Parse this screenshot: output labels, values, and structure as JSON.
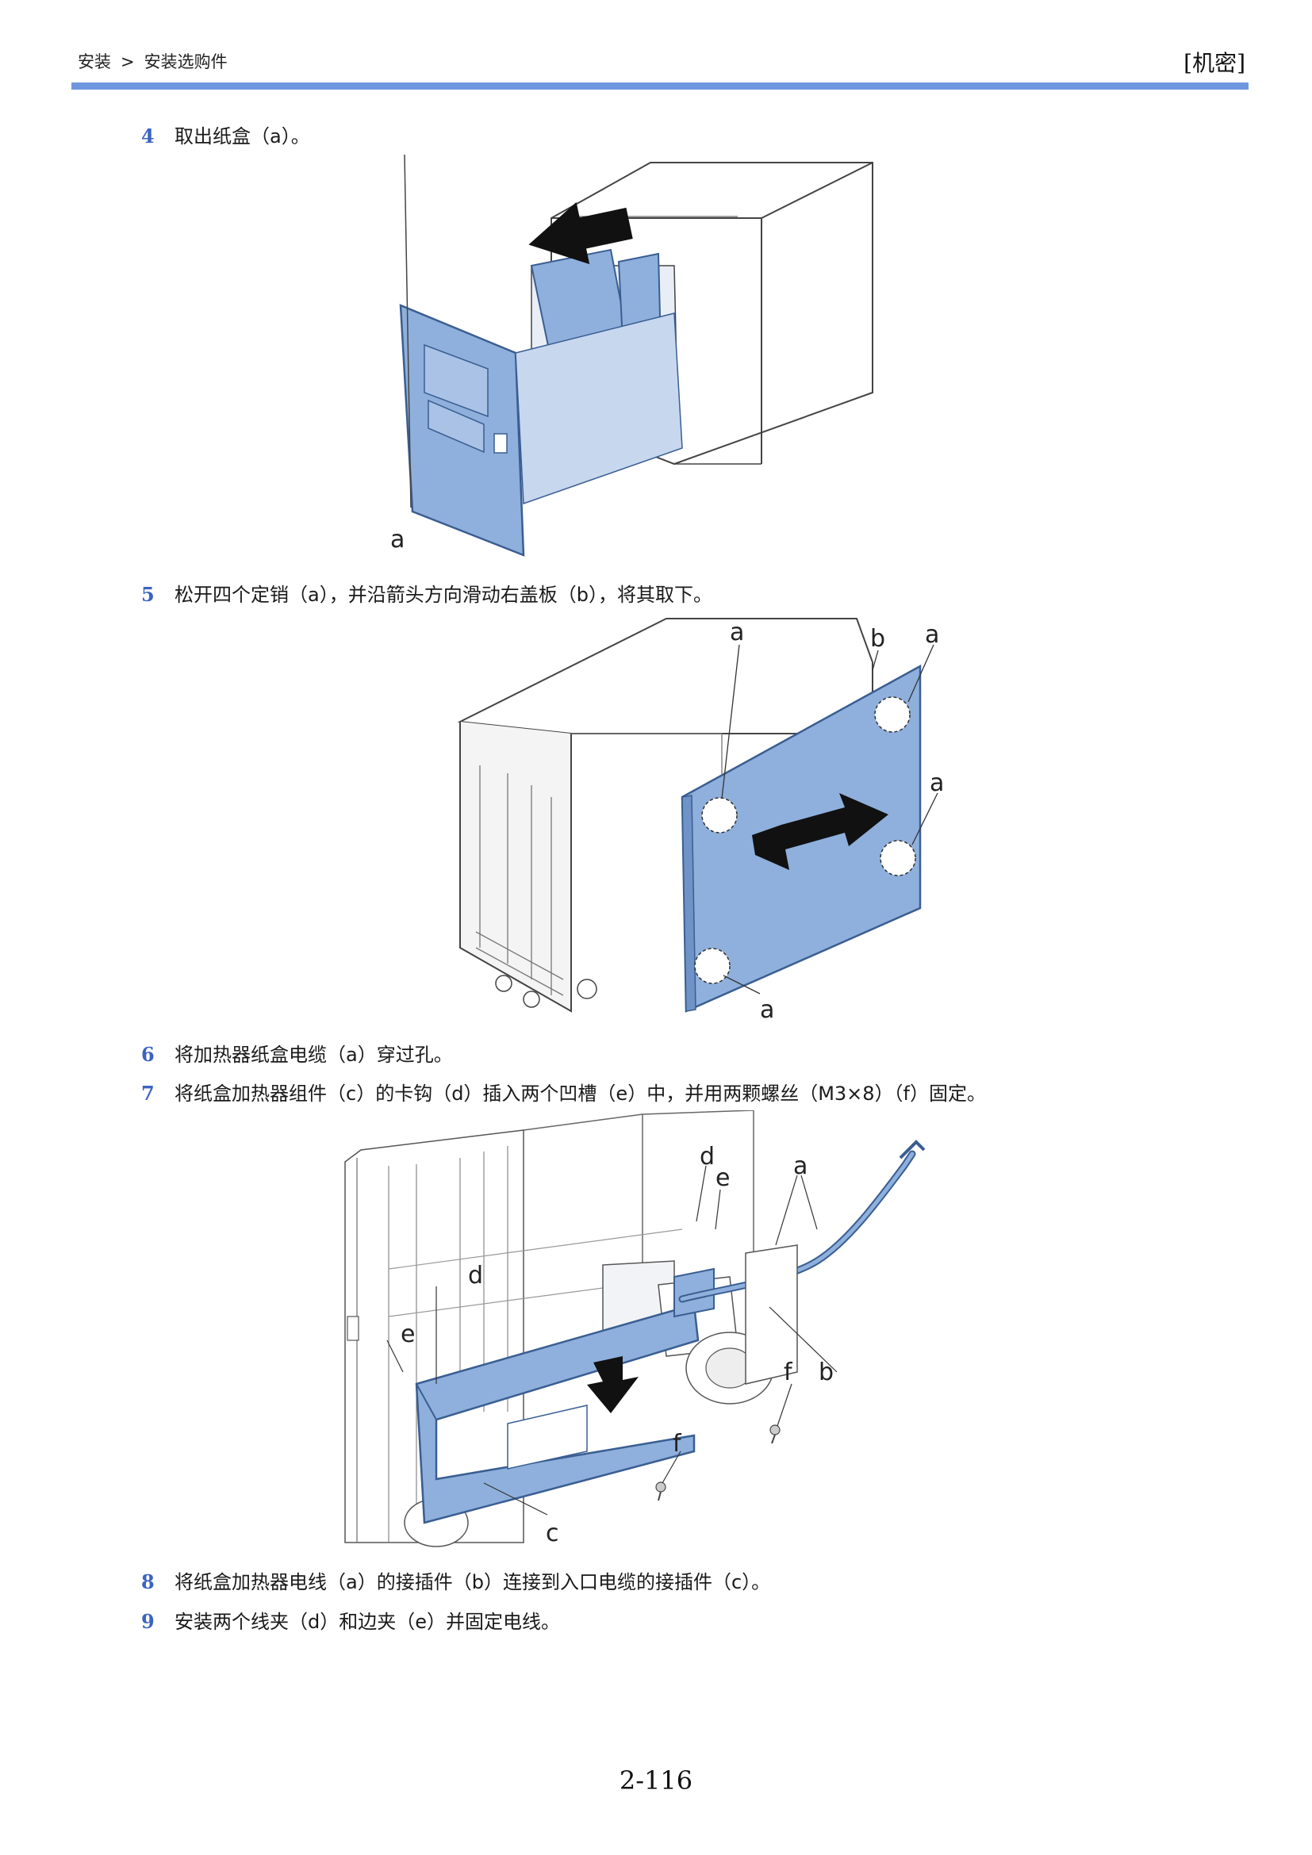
{
  "header": {
    "section": "安装",
    "separator": ">",
    "subsection": "安装选购件",
    "classification": "[机密]"
  },
  "steps": [
    {
      "number": "4",
      "text": "取出纸盒（a）。"
    },
    {
      "number": "5",
      "text": "松开四个定销（a），并沿箭头方向滑动右盖板（b），将其取下。"
    },
    {
      "number": "6",
      "text": "将加热器纸盒电缆（a）穿过孔。"
    },
    {
      "number": "7",
      "text": "将纸盒加热器组件（c）的卡钩（d）插入两个凹槽（e）中，并用两颗螺丝（M3×8）（f）固定。"
    },
    {
      "number": "8",
      "text": "将纸盒加热器电线（a）的接插件（b）连接到入口电缆的接插件（c）。"
    },
    {
      "number": "9",
      "text": "安装两个线夹（d）和边夹（e）并固定电线。"
    }
  ],
  "figures": {
    "fig1": {
      "labels": {
        "a": "a"
      }
    },
    "fig2": {
      "labels": {
        "a": "a",
        "b": "b"
      }
    },
    "fig3": {
      "labels": {
        "a": "a",
        "b": "b",
        "c": "c",
        "d": "d",
        "e": "e",
        "f": "f"
      }
    }
  },
  "colors": {
    "part_fill": "#8fb0dc",
    "part_stroke": "#3a5e92",
    "header_rule": "#6f97e0",
    "step_number": "#3b63c2"
  },
  "footer": {
    "page_number": "2-116"
  }
}
